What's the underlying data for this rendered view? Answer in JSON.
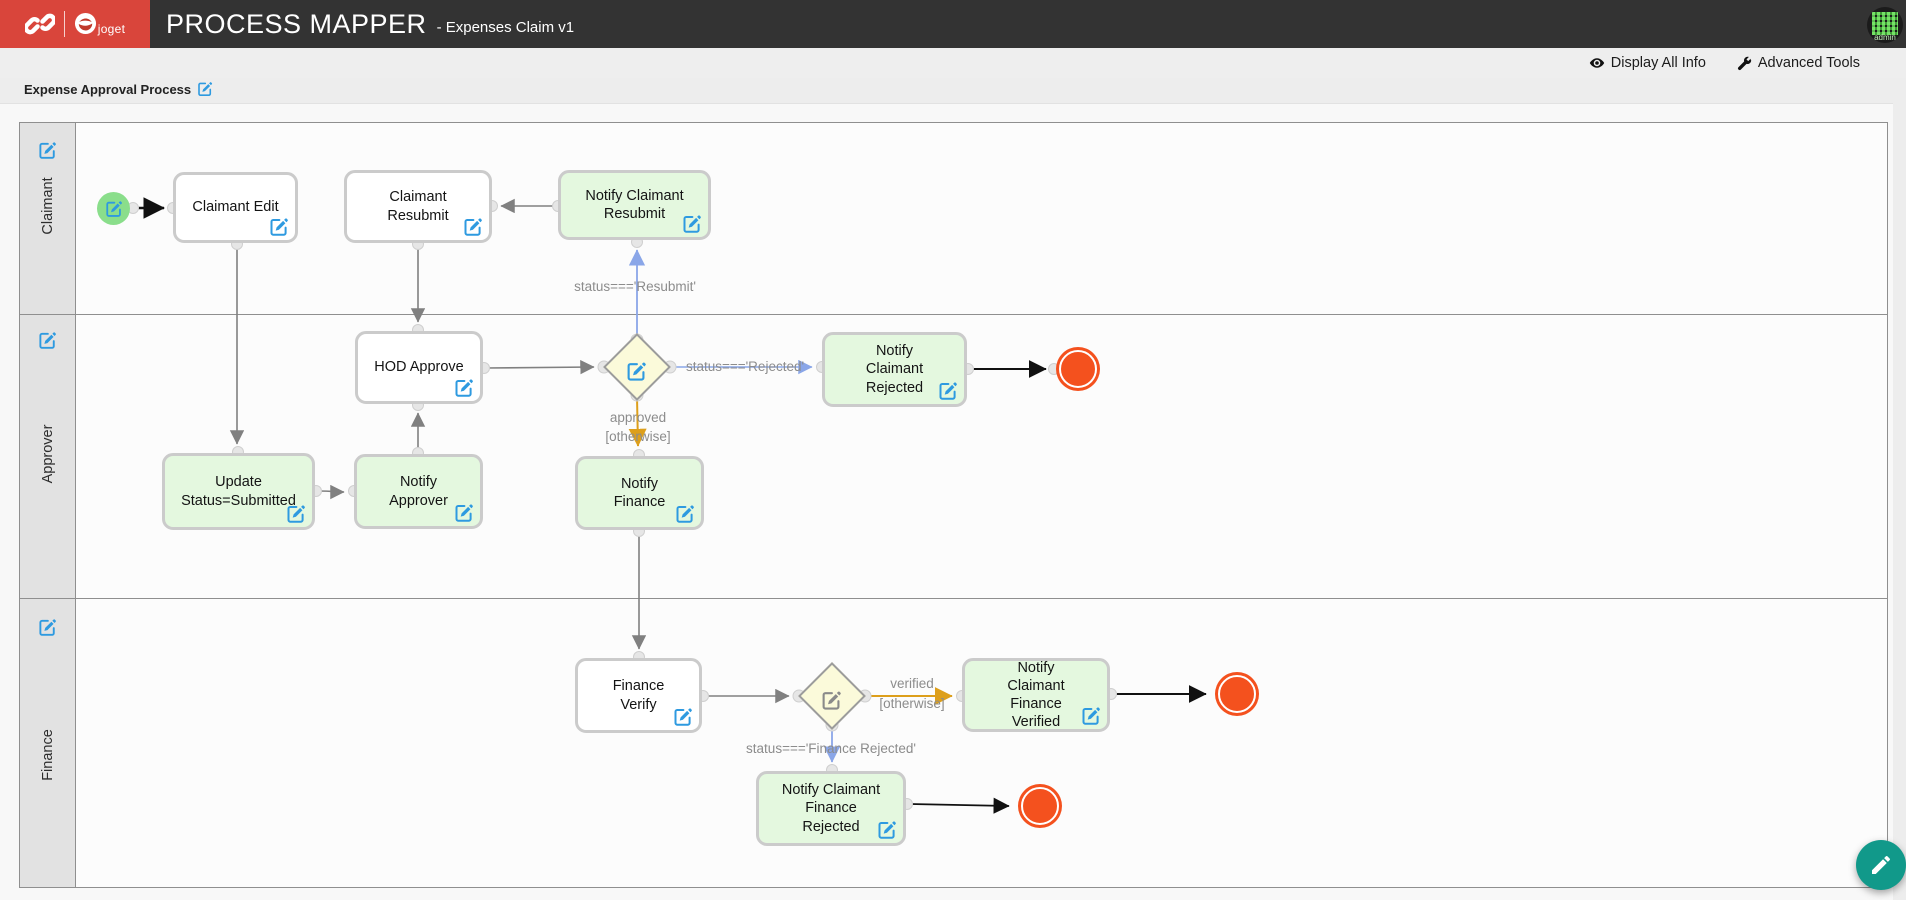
{
  "header": {
    "brand": "joget",
    "title": "PROCESS MAPPER",
    "subtitle": "- Expenses Claim v1",
    "user": "admin"
  },
  "menubar": {
    "display_all_info": "Display All Info",
    "advanced_tools": "Advanced Tools"
  },
  "process": {
    "name": "Expense Approval Process"
  },
  "lanes": [
    {
      "label": "Claimant"
    },
    {
      "label": "Approver"
    },
    {
      "label": "Finance"
    }
  ],
  "nodes": {
    "claimant_edit": "Claimant Edit",
    "claimant_resubmit": "Claimant Resubmit",
    "notify_claimant_resubmit": "Notify Claimant Resubmit",
    "hod_approve": "HOD Approve",
    "notify_claimant_rejected": "Notify Claimant Rejected",
    "update_status_submitted": "Update Status=Submitted",
    "notify_approver": "Notify Approver",
    "notify_finance": "Notify Finance",
    "finance_verify": "Finance Verify",
    "notify_claimant_finance_verified": "Notify Claimant Finance Verified",
    "notify_claimant_finance_rejected": "Notify Claimant Finance Rejected"
  },
  "edge_labels": {
    "resubmit": "status==='Resubmit'",
    "rejected": "status==='Rejected'",
    "approved": "approved",
    "approved_otherwise": "[otherwise]",
    "verified": "verified",
    "verified_otherwise": "[otherwise]",
    "finance_rejected": "status==='Finance Rejected'"
  },
  "colors": {
    "header_red": "#d9453b",
    "header_dark": "#333333",
    "task_green": "#e4f8df",
    "gateway_yellow": "#fbfada",
    "start_event_green": "#8ade8b",
    "end_event_red": "#f4511e",
    "edit_icon_blue": "#2e9ae0",
    "fab_teal": "#11998a",
    "arrow_gray": "#808080",
    "arrow_blue": "#8aa6e8",
    "arrow_orange": "#dd9f1b"
  }
}
